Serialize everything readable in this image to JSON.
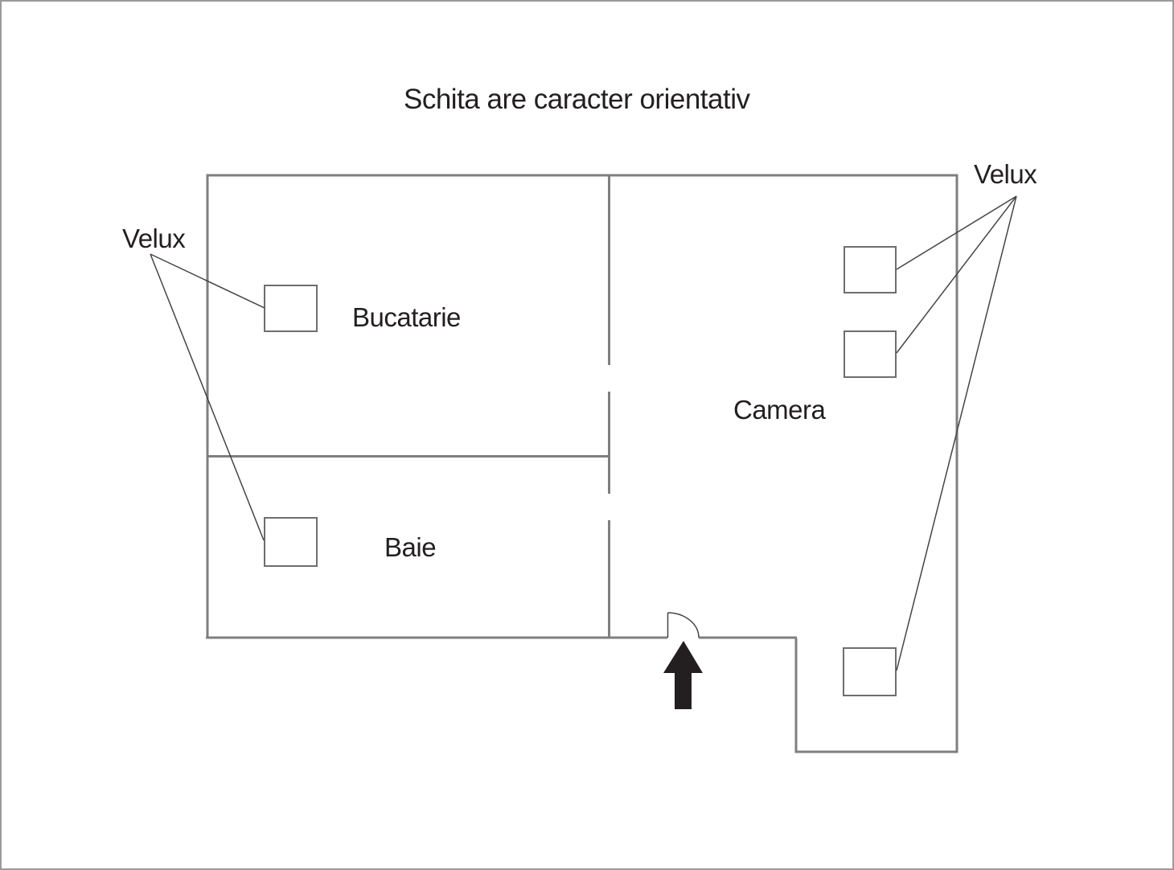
{
  "title": "Schita are caracter orientativ",
  "floor_plan": {
    "rooms": [
      {
        "name": "Bucatarie"
      },
      {
        "name": "Baie"
      },
      {
        "name": "Camera"
      }
    ],
    "velux_label_left": "Velux",
    "velux_label_right": "Velux",
    "velux_window_count": 5,
    "entrance_arrow_icon": "up-arrow",
    "door_icon": "door-swing-arc"
  },
  "colors": {
    "canvas_border": "#9b9b9b",
    "wall": "#7f7f7f",
    "window_outline": "#6e6e6e",
    "leader_line": "#454545",
    "door": "#454545",
    "arrow": "#231f20",
    "text": "#231f20",
    "background": "#ffffff"
  }
}
